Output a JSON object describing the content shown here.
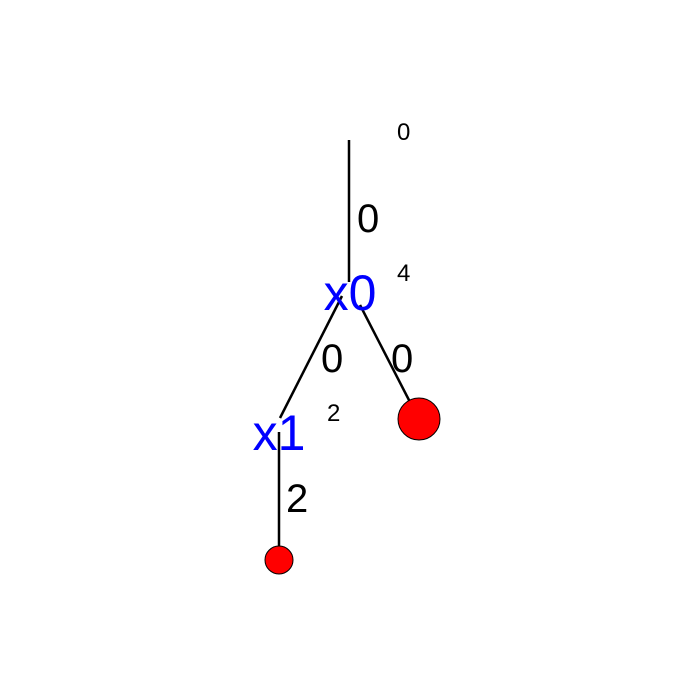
{
  "diagram": {
    "colors": {
      "variable_text": "#0000ff",
      "leaf_fill": "#ff0000",
      "line": "#000000"
    },
    "nodes": {
      "root_value": "0",
      "x0": {
        "name": "x0",
        "value": "4"
      },
      "x1": {
        "name": "x1",
        "value": "2"
      }
    },
    "edges": {
      "root_to_x0": "0",
      "x0_to_x1": "0",
      "x0_to_leaf_right": "0",
      "x1_to_leaf_bottom": "2"
    }
  }
}
